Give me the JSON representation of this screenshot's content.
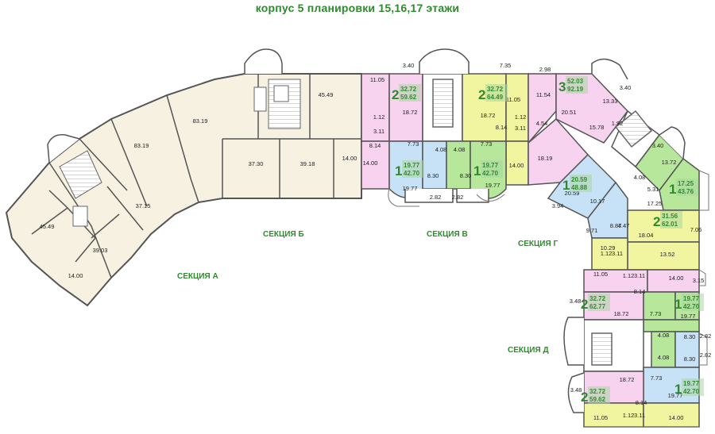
{
  "title": "корпус 5 планировки 15,16,17 этажи",
  "sections": {
    "a": "СЕКЦИЯ А",
    "b": "СЕКЦИЯ Б",
    "v": "СЕКЦИЯ В",
    "g": "СЕКЦИЯ Г",
    "d": "СЕКЦИЯ Д"
  },
  "colors": {
    "office": "#f6f1e1",
    "pink": "#f7d3ef",
    "yellow": "#f1f5a0",
    "blue": "#c7e2f6",
    "green": "#b7e79b",
    "wall": "#555555",
    "label_green": "#2f8a2f"
  },
  "apartment_tags": [
    {
      "rooms": "2",
      "living": "32.72",
      "total": "59.62"
    },
    {
      "rooms": "2",
      "living": "32.72",
      "total": "64.49"
    },
    {
      "rooms": "3",
      "living": "52.03",
      "total": "92.19"
    },
    {
      "rooms": "1",
      "living": "19.77",
      "total": "42.70"
    },
    {
      "rooms": "1",
      "living": "19.77",
      "total": "42.70"
    },
    {
      "rooms": "1",
      "living": "20.59",
      "total": "48.88"
    },
    {
      "rooms": "1",
      "living": "17.25",
      "total": "43.76"
    },
    {
      "rooms": "2",
      "living": "31.56",
      "total": "62.01"
    },
    {
      "rooms": "2",
      "living": "32.72",
      "total": "62.77"
    },
    {
      "rooms": "1",
      "living": "19.77",
      "total": "42.70"
    },
    {
      "rooms": "2",
      "living": "32.72",
      "total": "59.62"
    },
    {
      "rooms": "1",
      "living": "19.77",
      "total": "42.70"
    }
  ],
  "area_labels": [
    "45.49",
    "83.19",
    "83.19",
    "37.30",
    "39.18",
    "14.00",
    "37.15",
    "45.49",
    "39.03",
    "14.00",
    "11.05",
    "18.72",
    "1.12",
    "3.11",
    "8.14",
    "14.00",
    "7.73",
    "4.08",
    "4.08",
    "7.73",
    "8.30",
    "8.30",
    "19.77",
    "19.77",
    "2.82",
    "2.82",
    "3.40",
    "7.35",
    "2.98",
    "11.05",
    "11.54",
    "18.72",
    "8.14",
    "1.12",
    "3.11",
    "4.54",
    "14.00",
    "18.19",
    "20.51",
    "13.33",
    "15.78",
    "1.92",
    "3.40",
    "3.40",
    "13.72",
    "4.08",
    "5.31",
    "17.25",
    "20.59",
    "3.94",
    "10.17",
    "4.47",
    "9.71",
    "8.87",
    "18.04",
    "7.06",
    "13.52",
    "10.29",
    "1.12",
    "3.11",
    "11.05",
    "1.12",
    "3.11",
    "14.00",
    "3.15",
    "8.14",
    "3.48",
    "18.72",
    "7.73",
    "19.77",
    "4.08",
    "8.30",
    "2.82",
    "4.08",
    "8.30",
    "2.82",
    "18.72",
    "7.73",
    "19.77",
    "3.48",
    "8.14",
    "11.05",
    "1.12",
    "3.11",
    "14.00"
  ]
}
